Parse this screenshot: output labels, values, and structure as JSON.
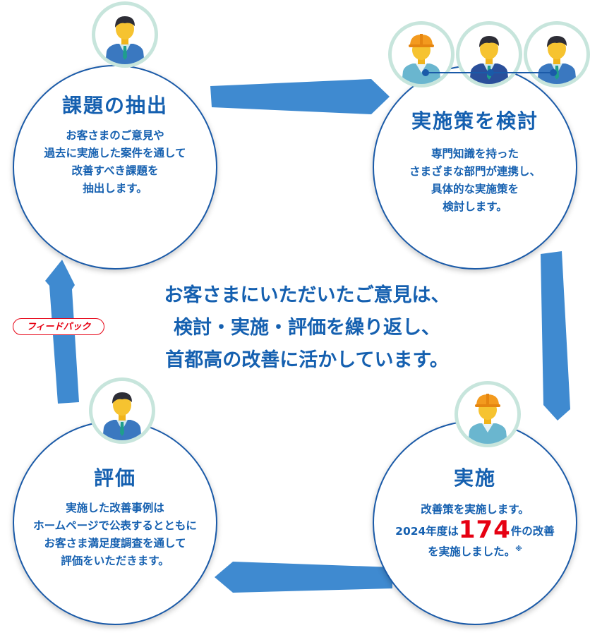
{
  "colors": {
    "primary_blue": "#1560b0",
    "arrow_blue": "#3f8ad0",
    "accent_red": "#e60012",
    "avatar_ring": "#c7e5dc"
  },
  "steps": {
    "extract": {
      "title": "課題の抽出",
      "lines": [
        "お客さまのご意見や",
        "過去に実施した案件を通して",
        "改善すべき課題を",
        "抽出します。"
      ],
      "avatar": "businessman-icon"
    },
    "examine": {
      "title": "実施策を検討",
      "lines": [
        "専門知識を持った",
        "さまざまな部門が連携し、",
        "具体的な実施策を",
        "検討します。"
      ],
      "avatars": [
        "worker-hardhat-icon",
        "businessman-icon",
        "businessman-icon"
      ]
    },
    "evaluate": {
      "title": "評価",
      "lines": [
        "実施した改善事例は",
        "ホームページで公表するとともに",
        "お客さま満足度調査を通して",
        "評価をいただきます。"
      ],
      "avatar": "businessman-icon"
    },
    "implement": {
      "title": "実施",
      "line1": "改善策を実施します。",
      "line2_prefix": "2024年度は",
      "count": "174",
      "line2_suffix": "件の改善",
      "line3": "を実施しました。",
      "note_mark": "※",
      "avatar": "worker-hardhat-icon"
    }
  },
  "center_message": [
    "お客さまにいただいたご意見は、",
    "検討・実施・評価を繰り返し、",
    "首都高の改善に活かしています。"
  ],
  "feedback_label": "フィードバック"
}
